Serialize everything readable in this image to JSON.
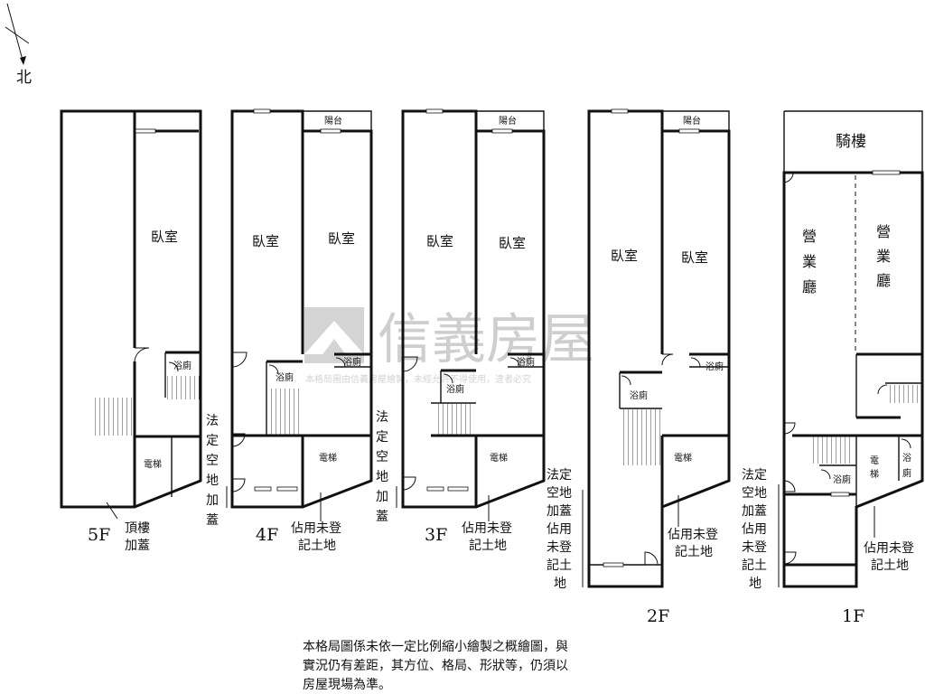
{
  "compass": {
    "label": "北"
  },
  "watermark": {
    "brand": "信義房屋",
    "notice": "本格局圖由信義房屋繪製，未經允許不得使用，違者必究"
  },
  "floors": {
    "f5": {
      "label": "5F",
      "room": "臥室",
      "bath": "浴廁",
      "elevator": "電梯",
      "note": "頂樓加蓋"
    },
    "f4": {
      "label": "4F",
      "room_a": "臥室",
      "room_b": "臥室",
      "balcony": "陽台",
      "bath_a": "浴廁",
      "bath_b": "浴廁",
      "elevator": "電梯",
      "note_side": "法定空地加蓋",
      "note_bottom": "佔用未登記土地"
    },
    "f3": {
      "label": "3F",
      "room_a": "臥室",
      "room_b": "臥室",
      "balcony": "陽台",
      "bath_a": "浴廁",
      "bath_b": "浴廁",
      "elevator": "電梯",
      "note_side": "法定空地加蓋",
      "note_bottom": "佔用未登記土地"
    },
    "f2": {
      "label": "2F",
      "room_a": "臥室",
      "room_b": "臥室",
      "balcony": "陽台",
      "bath_a": "浴廁",
      "bath_b": "浴廁",
      "elevator": "電梯",
      "note_side": "法定空地加蓋佔用未登記土地",
      "note_bottom": "佔用未登記土地"
    },
    "f1": {
      "label": "1F",
      "arcade": "騎樓",
      "hall_a": "營業廳",
      "hall_b": "營業廳",
      "bath_a": "浴廁",
      "bath_b": "浴廁",
      "elevator": "電梯",
      "note_side": "法定空地加蓋佔用未登記土地",
      "note_bottom": "佔用未登記土地"
    }
  },
  "disclaimer": {
    "line1": "本格局圖係未依一定比例縮小繪製之概繪圖，與",
    "line2": "實況仍有差距，其方位、格局、形狀等，仍須以",
    "line3": "房屋現場為準。"
  }
}
